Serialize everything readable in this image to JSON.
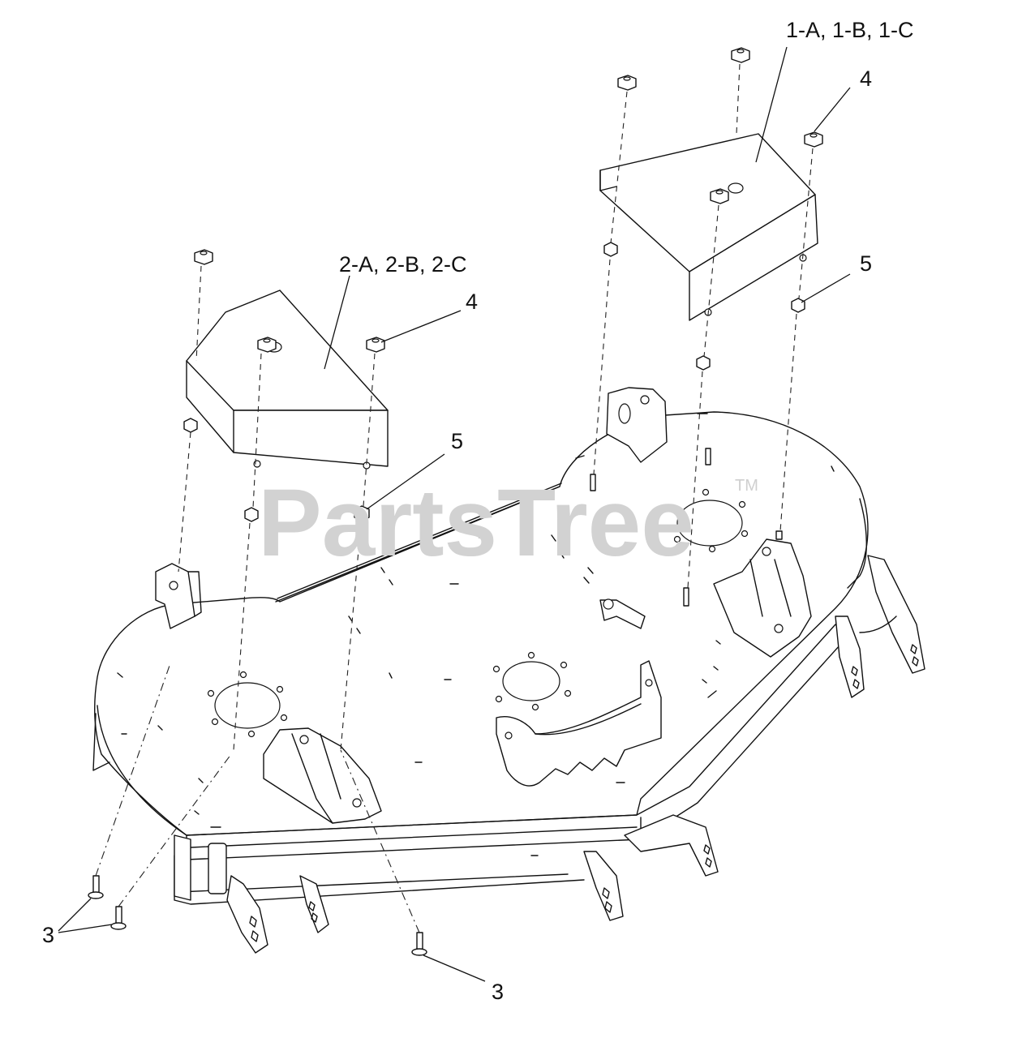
{
  "watermark": {
    "brand": "PartsTree",
    "trademark": "TM"
  },
  "callouts": {
    "part_1": "1-A, 1-B, 1-C",
    "part_2": "2-A, 2-B, 2-C",
    "part_3": "3",
    "part_4": "4",
    "part_5": "5"
  },
  "colors": {
    "line": "#111111",
    "watermark": "#d2d2d2",
    "background": "#ffffff"
  }
}
